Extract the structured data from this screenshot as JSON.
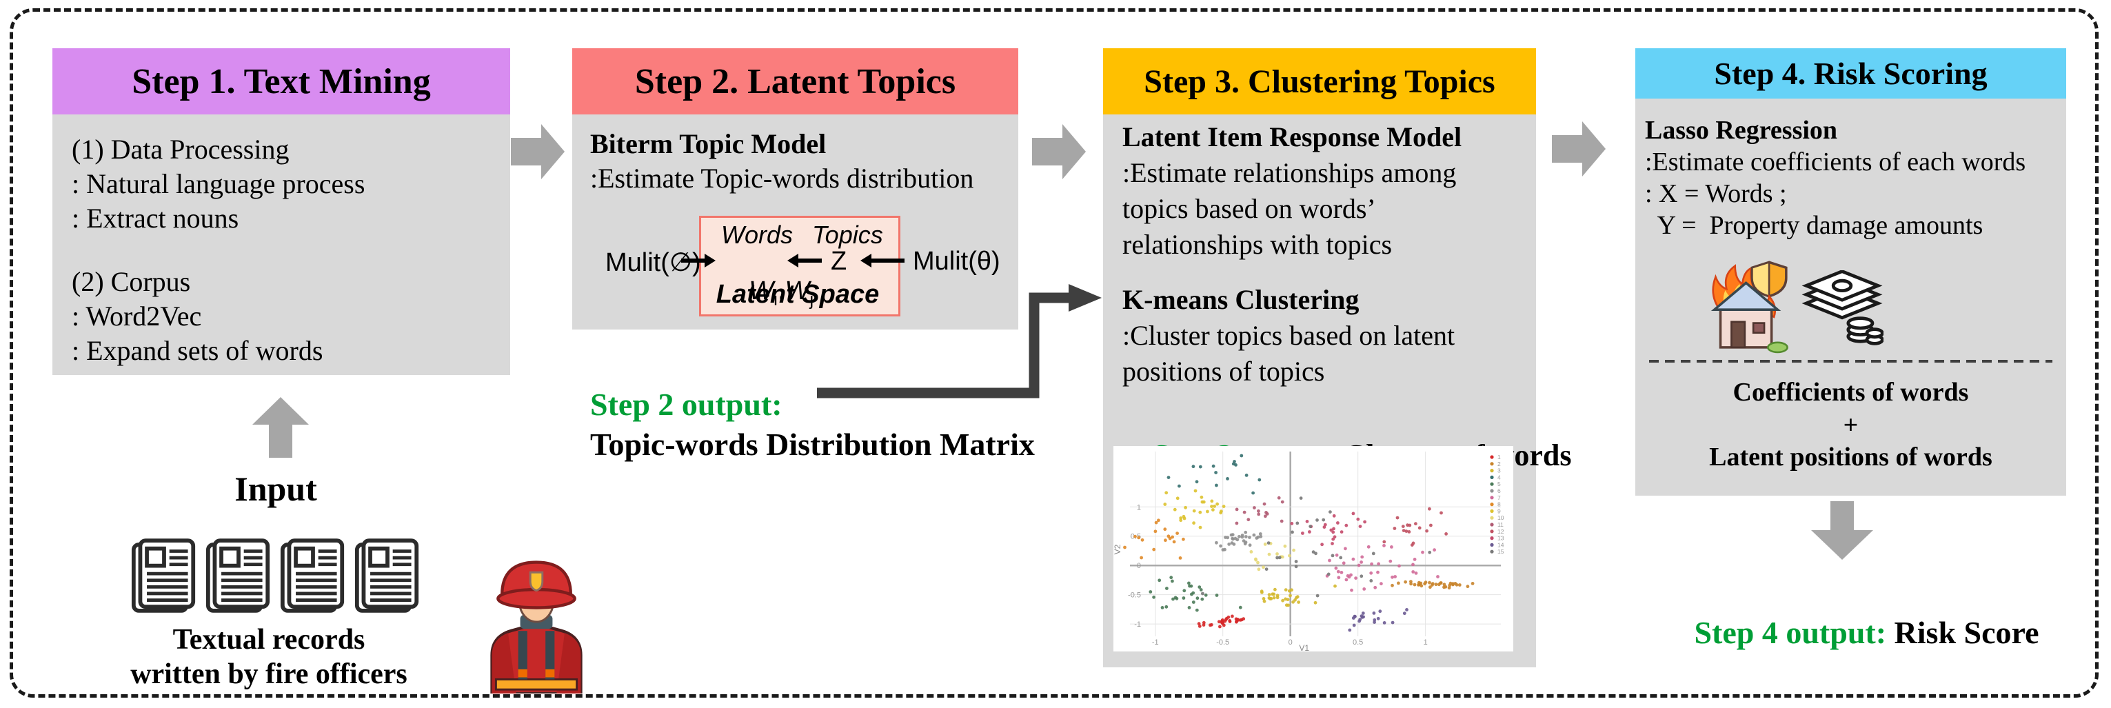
{
  "steps": [
    {
      "title": "Step 1. Text Mining",
      "header_color": "#D88CF0",
      "lines": [
        "(1) Data Processing",
        ": Natural language process",
        ": Extract nouns",
        "(2) Corpus",
        ": Word2Vec",
        ": Expand sets of words"
      ]
    },
    {
      "title": "Step 2. Latent Topics",
      "header_color": "#FA7D7D",
      "model_title": "Biterm Topic Model",
      "model_desc": ":Estimate Topic-words distribution",
      "diagram": {
        "left_dist": "Mulit(∅)",
        "right_dist": "Mulit(θ)",
        "words_header": "Words",
        "topics_header": "Topics",
        "w1": "W",
        "w1_sub": "i",
        "comma": ",",
        "w2": "W",
        "w2_sub": "j",
        "z_label": "Z",
        "box_label": "Latent Space"
      },
      "output_label": "Step 2 output:",
      "output_value": "Topic-words Distribution Matrix"
    },
    {
      "title": "Step 3. Clustering Topics",
      "header_color": "#FFC000",
      "model1_title": "Latent Item Response Model",
      "model1_desc": [
        ":Estimate relationships among",
        "topics based on words’",
        "relationships with topics"
      ],
      "model2_title": "K-means Clustering",
      "model2_desc": [
        ":Cluster topics based on latent",
        "positions of topics"
      ],
      "output_label": "Step 3 output:",
      "output_value": "Clusters of words"
    },
    {
      "title": "Step 4. Risk Scoring",
      "header_color": "#66D2F7",
      "model_title": "Lasso Regression",
      "desc": [
        ":Estimate coefficients of each words",
        ": X = Words ;",
        "  Y =  Property damage amounts"
      ],
      "sum_items": [
        "Coefficients of words",
        "+",
        "Latent positions of words"
      ],
      "output_label": "Step 4 output:",
      "output_value": "Risk Score"
    }
  ],
  "input": {
    "label": "Input",
    "caption": [
      "Textual records",
      "written by fire officers"
    ]
  },
  "colors": {
    "body_gray": "#D9D9D9",
    "block_arrow_gray": "#A6A6A6",
    "connector_dark": "#3F3F3F",
    "output_green": "#009E36",
    "peach_fill": "#FBE5DC",
    "peach_border": "#F2766B"
  },
  "chart_data": {
    "type": "scatter",
    "title": "",
    "xlabel": "V1",
    "ylabel": "V2",
    "xlim": [
      -1.31,
      1.65
    ],
    "ylim": [
      -1.47,
      2.04
    ],
    "x_ticks": [
      "-1",
      "-0.5",
      "0",
      "0.5",
      "1"
    ],
    "x_tick_values": [
      -1,
      -0.5,
      0,
      0.5,
      1
    ],
    "y_ticks": [
      "1",
      "0.5",
      "0",
      "-0.5",
      "-1"
    ],
    "y_tick_values": [
      1,
      0.5,
      0,
      -0.5,
      -1
    ],
    "grid": true,
    "legend_position": "right",
    "clusters": [
      {
        "label": "1",
        "color": "#d62728",
        "center": [
          -0.45,
          -0.95
        ],
        "spread": [
          0.16,
          0.05
        ],
        "tilt": 0.35,
        "n": 30
      },
      {
        "label": "2",
        "color": "#c8832a",
        "center": [
          1.08,
          -0.33
        ],
        "spread": [
          0.18,
          0.03
        ],
        "tilt": -0.05,
        "n": 34
      },
      {
        "label": "3",
        "color": "#d4b82e",
        "center": [
          -0.07,
          -0.55
        ],
        "spread": [
          0.2,
          0.13
        ],
        "tilt": 0,
        "n": 30
      },
      {
        "label": "4",
        "color": "#35706f",
        "center": [
          -0.58,
          1.55
        ],
        "spread": [
          0.26,
          0.28
        ],
        "tilt": 0,
        "n": 16
      },
      {
        "label": "5",
        "color": "#4a7a58",
        "center": [
          -0.73,
          -0.52
        ],
        "spread": [
          0.22,
          0.2
        ],
        "tilt": 0,
        "n": 28
      },
      {
        "label": "6",
        "color": "#8f8f8f",
        "center": [
          -0.38,
          0.42
        ],
        "spread": [
          0.13,
          0.11
        ],
        "tilt": 0.5,
        "n": 30
      },
      {
        "label": "7",
        "color": "#d06a98",
        "center": [
          0.6,
          -0.05
        ],
        "spread": [
          0.3,
          0.26
        ],
        "tilt": 0,
        "n": 40
      },
      {
        "label": "8",
        "color": "#e08a28",
        "center": [
          -0.96,
          0.5
        ],
        "spread": [
          0.15,
          0.22
        ],
        "tilt": 0,
        "n": 18
      },
      {
        "label": "9",
        "color": "#ddc22e",
        "center": [
          -0.7,
          1.0
        ],
        "spread": [
          0.24,
          0.2
        ],
        "tilt": 0,
        "n": 26
      },
      {
        "label": "10",
        "color": "#e6d878",
        "center": [
          -0.15,
          0.15
        ],
        "spread": [
          0.18,
          0.18
        ],
        "tilt": 0,
        "n": 15
      },
      {
        "label": "11",
        "color": "#b05a72",
        "center": [
          -0.25,
          0.95
        ],
        "spread": [
          0.2,
          0.22
        ],
        "tilt": 0,
        "n": 14
      },
      {
        "label": "12",
        "color": "#c05060",
        "center": [
          0.95,
          0.62
        ],
        "spread": [
          0.17,
          0.2
        ],
        "tilt": 0,
        "n": 18
      },
      {
        "label": "13",
        "color": "#c44a6a",
        "center": [
          0.3,
          0.7
        ],
        "spread": [
          0.15,
          0.25
        ],
        "tilt": 0,
        "n": 22
      },
      {
        "label": "14",
        "color": "#6a5a92",
        "center": [
          0.62,
          -0.9
        ],
        "spread": [
          0.2,
          0.1
        ],
        "tilt": 0.2,
        "n": 20
      },
      {
        "label": "15",
        "color": "#787878",
        "center": [
          0.15,
          0.2
        ],
        "spread": [
          0.55,
          0.55
        ],
        "tilt": 0,
        "n": 24
      }
    ]
  }
}
